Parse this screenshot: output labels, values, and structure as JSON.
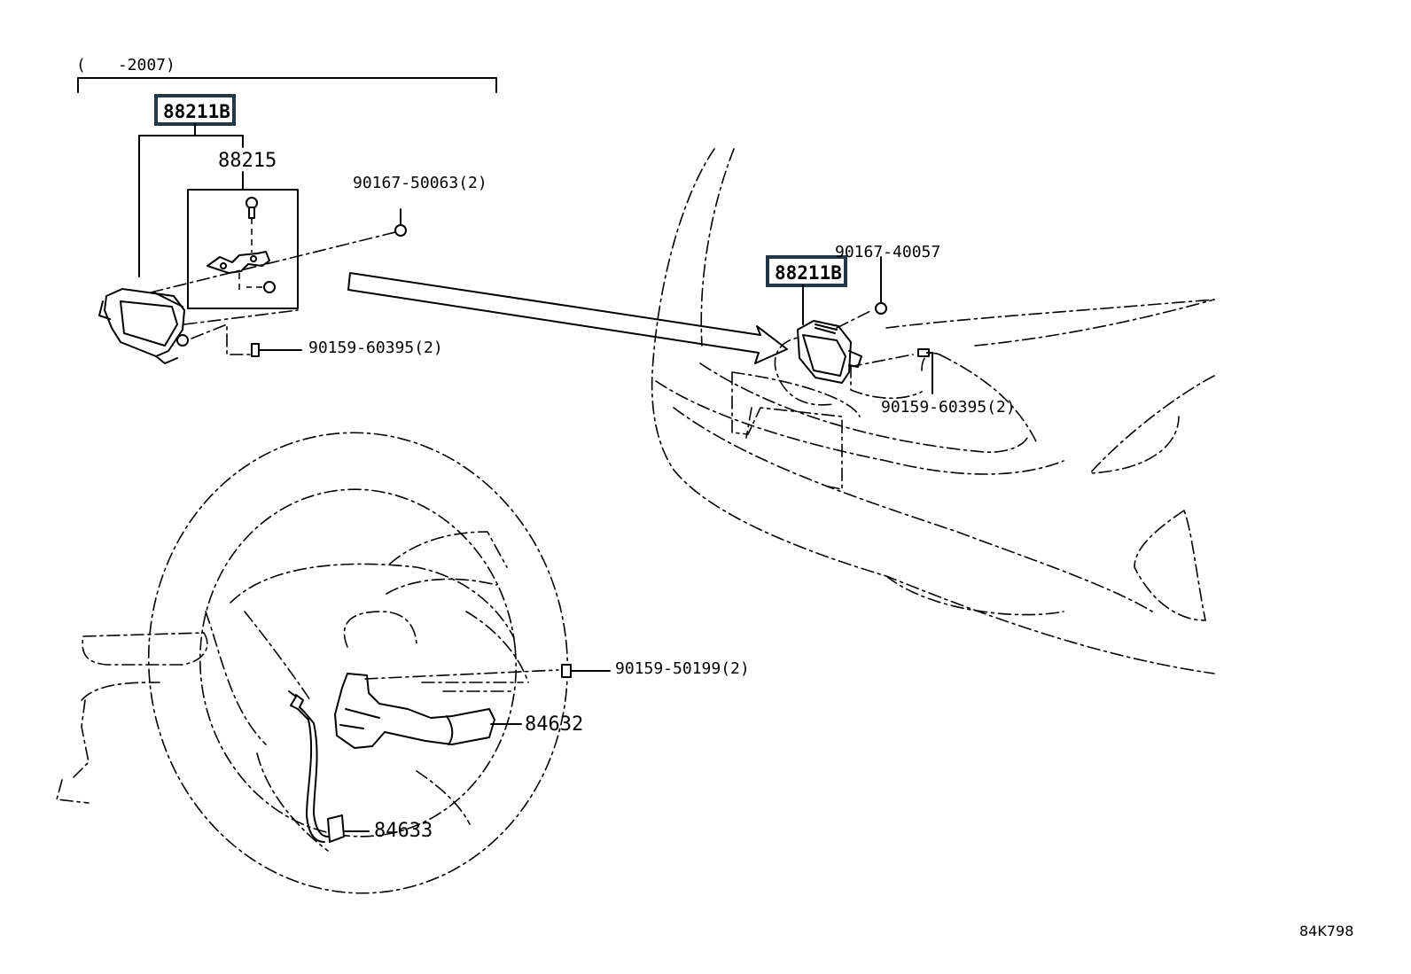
{
  "date_range": "(　　-2007)",
  "parts": {
    "p_88211B_a": "88211B",
    "p_88215": "88215",
    "p_90167_50063": "90167-50063(2)",
    "p_90159_60395_a": "90159-60395(2)",
    "p_88211B_b": "88211B",
    "p_90167_40057": "90167-40057",
    "p_90159_60395_b": "90159-60395(2)",
    "p_90159_50199": "90159-50199(2)",
    "p_84632": "84632",
    "p_84633": "84633"
  },
  "catalog_id": "84K798",
  "colors": {
    "line": "#000000",
    "key_box_border": "#243746",
    "background": "#ffffff"
  }
}
